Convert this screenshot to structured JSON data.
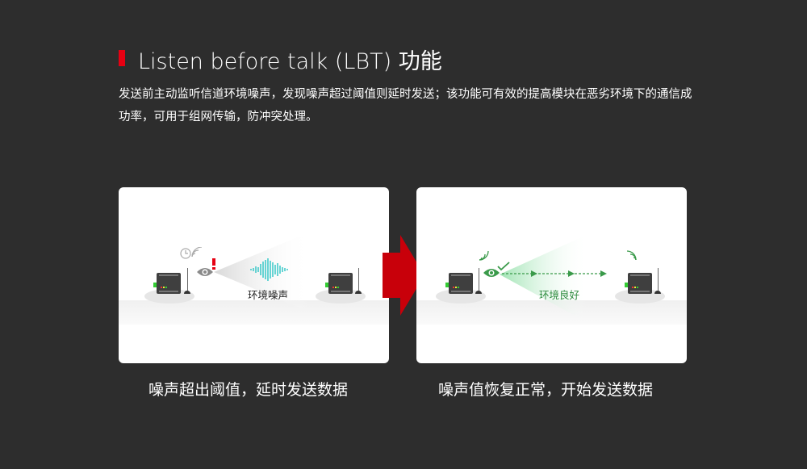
{
  "header": {
    "title": "Listen before talk (LBT) 功能",
    "accent_color": "#e60012",
    "description": "发送前主动监听信道环境噪声，发现噪声超过阈值则延时发送；该功能可有效的提高模块在恶劣环境下的通信成功率，可用于组网传输，防冲突处理。"
  },
  "panels": [
    {
      "label": "环境噪声",
      "caption": "噪声超出阈值，延时发送数据",
      "status_icon": "exclamation-icon",
      "status_color": "#e60012",
      "eye_color": "#8a8a8a",
      "wave_color": "#29c4c4"
    },
    {
      "label": "环境良好",
      "caption": "噪声值恢复正常，开始发送数据",
      "status_icon": "checkmark-icon",
      "status_color": "#3a9a4a",
      "eye_color": "#3a9a4a"
    }
  ],
  "transition_arrow_color": "#c8000a"
}
